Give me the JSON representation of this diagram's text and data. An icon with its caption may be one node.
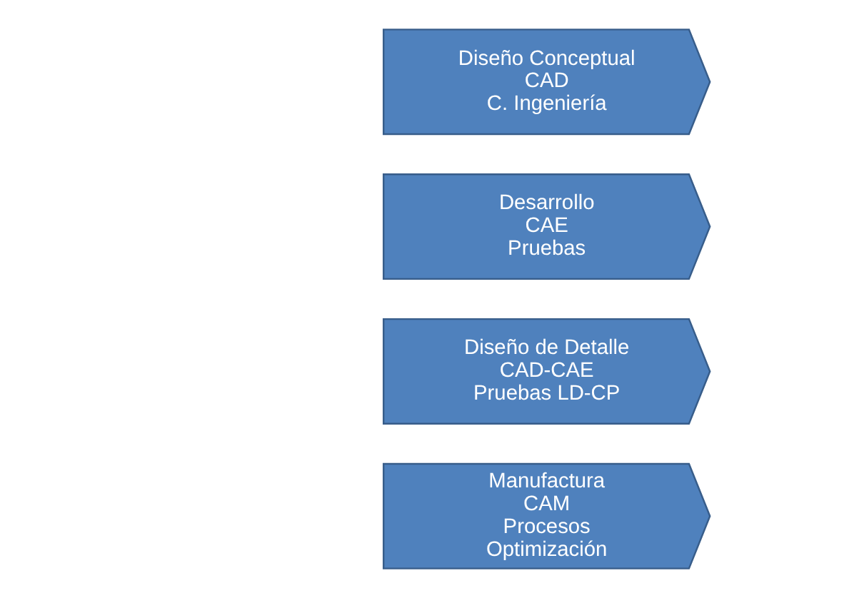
{
  "diagram": {
    "nodes": [
      {
        "text": [
          "Diseño Conceptual",
          "CAD",
          "C. Ingeniería"
        ]
      },
      {
        "text": [
          "Desarrollo",
          "CAE",
          "Pruebas"
        ]
      },
      {
        "text": [
          "Diseño de Detalle",
          "CAD-CAE",
          "Pruebas LD-CP"
        ]
      },
      {
        "text": [
          "Manufactura",
          "CAM",
          "Procesos",
          "Optimización"
        ]
      }
    ]
  }
}
